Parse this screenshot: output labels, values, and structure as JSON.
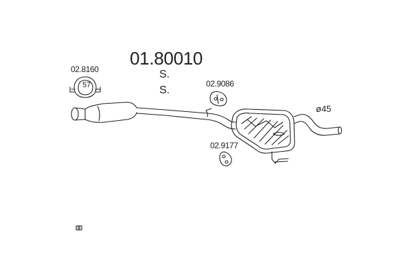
{
  "title": "01.80010",
  "notes": [
    "S.",
    "S."
  ],
  "parts": {
    "clamp": {
      "code": "02.8160",
      "size": "57"
    },
    "hanger_top": {
      "code": "02.9086"
    },
    "hanger_bottom": {
      "code": "02.9177"
    }
  },
  "pipe_diameter": "ø45",
  "icons": [
    "clamp-icon",
    "rubber-hanger-icon",
    "rubber-mount-icon",
    "exhaust-pipe-icon",
    "rear-muffler-icon",
    "small-box-symbol-icon"
  ],
  "colors": {
    "line": "#222222",
    "background": "#ffffff"
  }
}
